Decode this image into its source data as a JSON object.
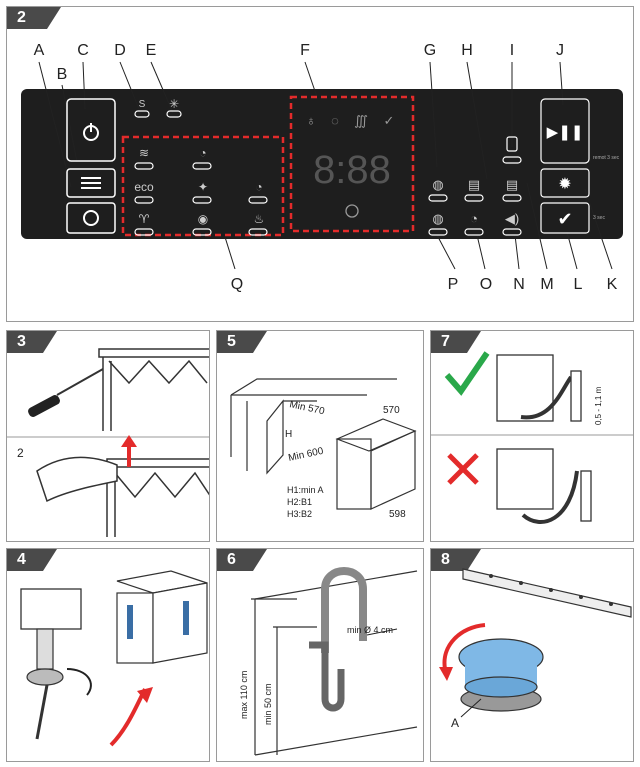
{
  "panels": {
    "p2": "2",
    "p3": "3",
    "p4": "4",
    "p5": "5",
    "p6": "6",
    "p7": "7",
    "p8": "8"
  },
  "callouts_top": [
    "A",
    "C",
    "B",
    "D",
    "E",
    "F",
    "G",
    "H",
    "I",
    "J"
  ],
  "callouts_bottom": [
    "Q",
    "P",
    "O",
    "N",
    "M",
    "L",
    "K"
  ],
  "control_panel": {
    "clock_display": "8:88",
    "eco_label": "eco",
    "remote_start_label": "remot 3 sec",
    "lock_label": "3 sec"
  },
  "step3": {
    "step_number": "2"
  },
  "step5": {
    "min_570": "Min 570",
    "h_label": "H",
    "min_600": "Min 600",
    "width_570": "570",
    "depth_598": "598",
    "h1": "H1:min A",
    "h2": "H2:B1",
    "h3": "H3:B2"
  },
  "step6": {
    "max_110": "max 110 cm",
    "min_50": "min 50 cm",
    "min_diam": "min Ø 4 cm"
  },
  "step7": {
    "height_range": "0,5 - 1,1 m"
  },
  "step8": {
    "callout_a": "A"
  },
  "colors": {
    "panel_bg": "#1e1e1e",
    "accent_red": "#e32b2b",
    "ok_green": "#2aa84a",
    "tag_grey": "#4a4a4a"
  }
}
